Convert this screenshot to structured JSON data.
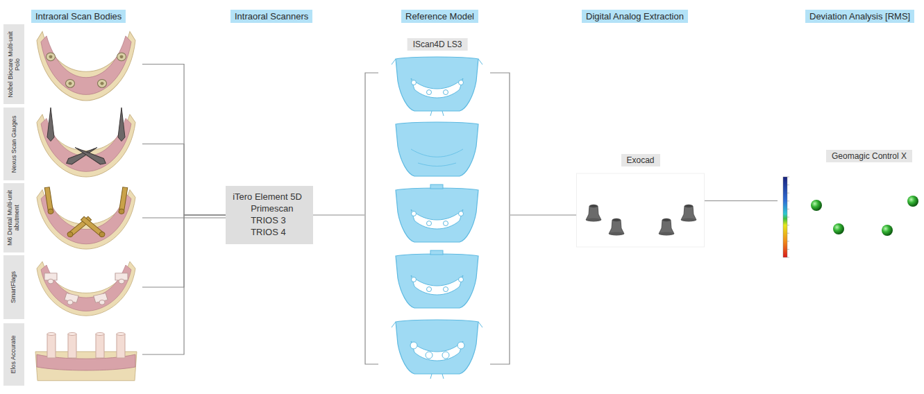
{
  "diagram": {
    "nodes": [
      {
        "text": [
          "Nobel Biocare Multi-unit Polo"
        ]
      },
      {
        "text": [
          "Nexus Scan Gauges"
        ]
      },
      {
        "text": [
          "M6 Dental Multi-unit abutment"
        ]
      },
      {
        "text": [
          "SmartFlags"
        ]
      },
      {
        "text": [
          "Elos Accurate"
        ]
      },
      {
        "text": [
          "iTero Element 5D",
          "Primescan",
          "TRIOS 3",
          "TRIOS 4"
        ]
      },
      {
        "text": [
          "IScan4D LS3"
        ]
      },
      {
        "text": [
          "Exocad"
        ]
      },
      {
        "text": [
          "Geomagic Control X"
        ]
      }
    ],
    "edges": [
      {
        "from": 0,
        "to": 5,
        "arrow": "none"
      },
      {
        "from": 1,
        "to": 5,
        "arrow": "none"
      },
      {
        "from": 2,
        "to": 5,
        "arrow": "none"
      },
      {
        "from": 3,
        "to": 5,
        "arrow": "none"
      },
      {
        "from": 4,
        "to": 5,
        "arrow": "none"
      },
      {
        "from": 5,
        "to": 6,
        "arrow": "none"
      },
      {
        "from": 6,
        "to": 7,
        "arrow": "none"
      },
      {
        "from": 7,
        "to": 8,
        "arrow": "none"
      }
    ],
    "labels": [
      "Intraoral Scan Bodies",
      "Intraoral Scanners",
      "Reference Model",
      "Digital Analog Extraction",
      "Deviation Analysis [RMS]"
    ]
  }
}
